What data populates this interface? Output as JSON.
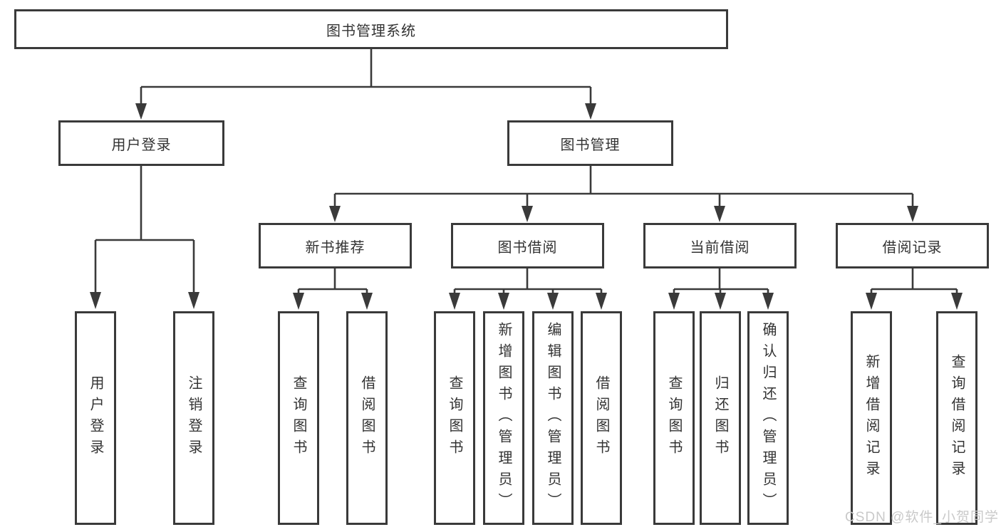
{
  "diagram": {
    "type": "hierarchy-tree",
    "root": {
      "label": "图书管理系统"
    },
    "children": [
      {
        "label": "用户登录",
        "children": [
          {
            "label": "用户登录"
          },
          {
            "label": "注销登录"
          }
        ]
      },
      {
        "label": "图书管理",
        "children": [
          {
            "label": "新书推荐",
            "children": [
              {
                "label": "查询图书"
              },
              {
                "label": "借阅图书"
              }
            ]
          },
          {
            "label": "图书借阅",
            "children": [
              {
                "label": "查询图书"
              },
              {
                "label": "新增图书（管理员）"
              },
              {
                "label": "编辑图书（管理员）"
              },
              {
                "label": "借阅图书"
              }
            ]
          },
          {
            "label": "当前借阅",
            "children": [
              {
                "label": "查询图书"
              },
              {
                "label": "归还图书"
              },
              {
                "label": "确认归还（管理员）"
              }
            ]
          },
          {
            "label": "借阅记录",
            "children": [
              {
                "label": "新增借阅记录"
              },
              {
                "label": "查询借阅记录"
              }
            ]
          }
        ]
      }
    ]
  },
  "watermark": {
    "text": "CSDN @软件_小贺同学"
  },
  "colors": {
    "line": "#3a3a3a",
    "box_border": "#3a3a3a",
    "text": "#333333",
    "watermark": "#c9c9c9",
    "background": "#ffffff"
  }
}
